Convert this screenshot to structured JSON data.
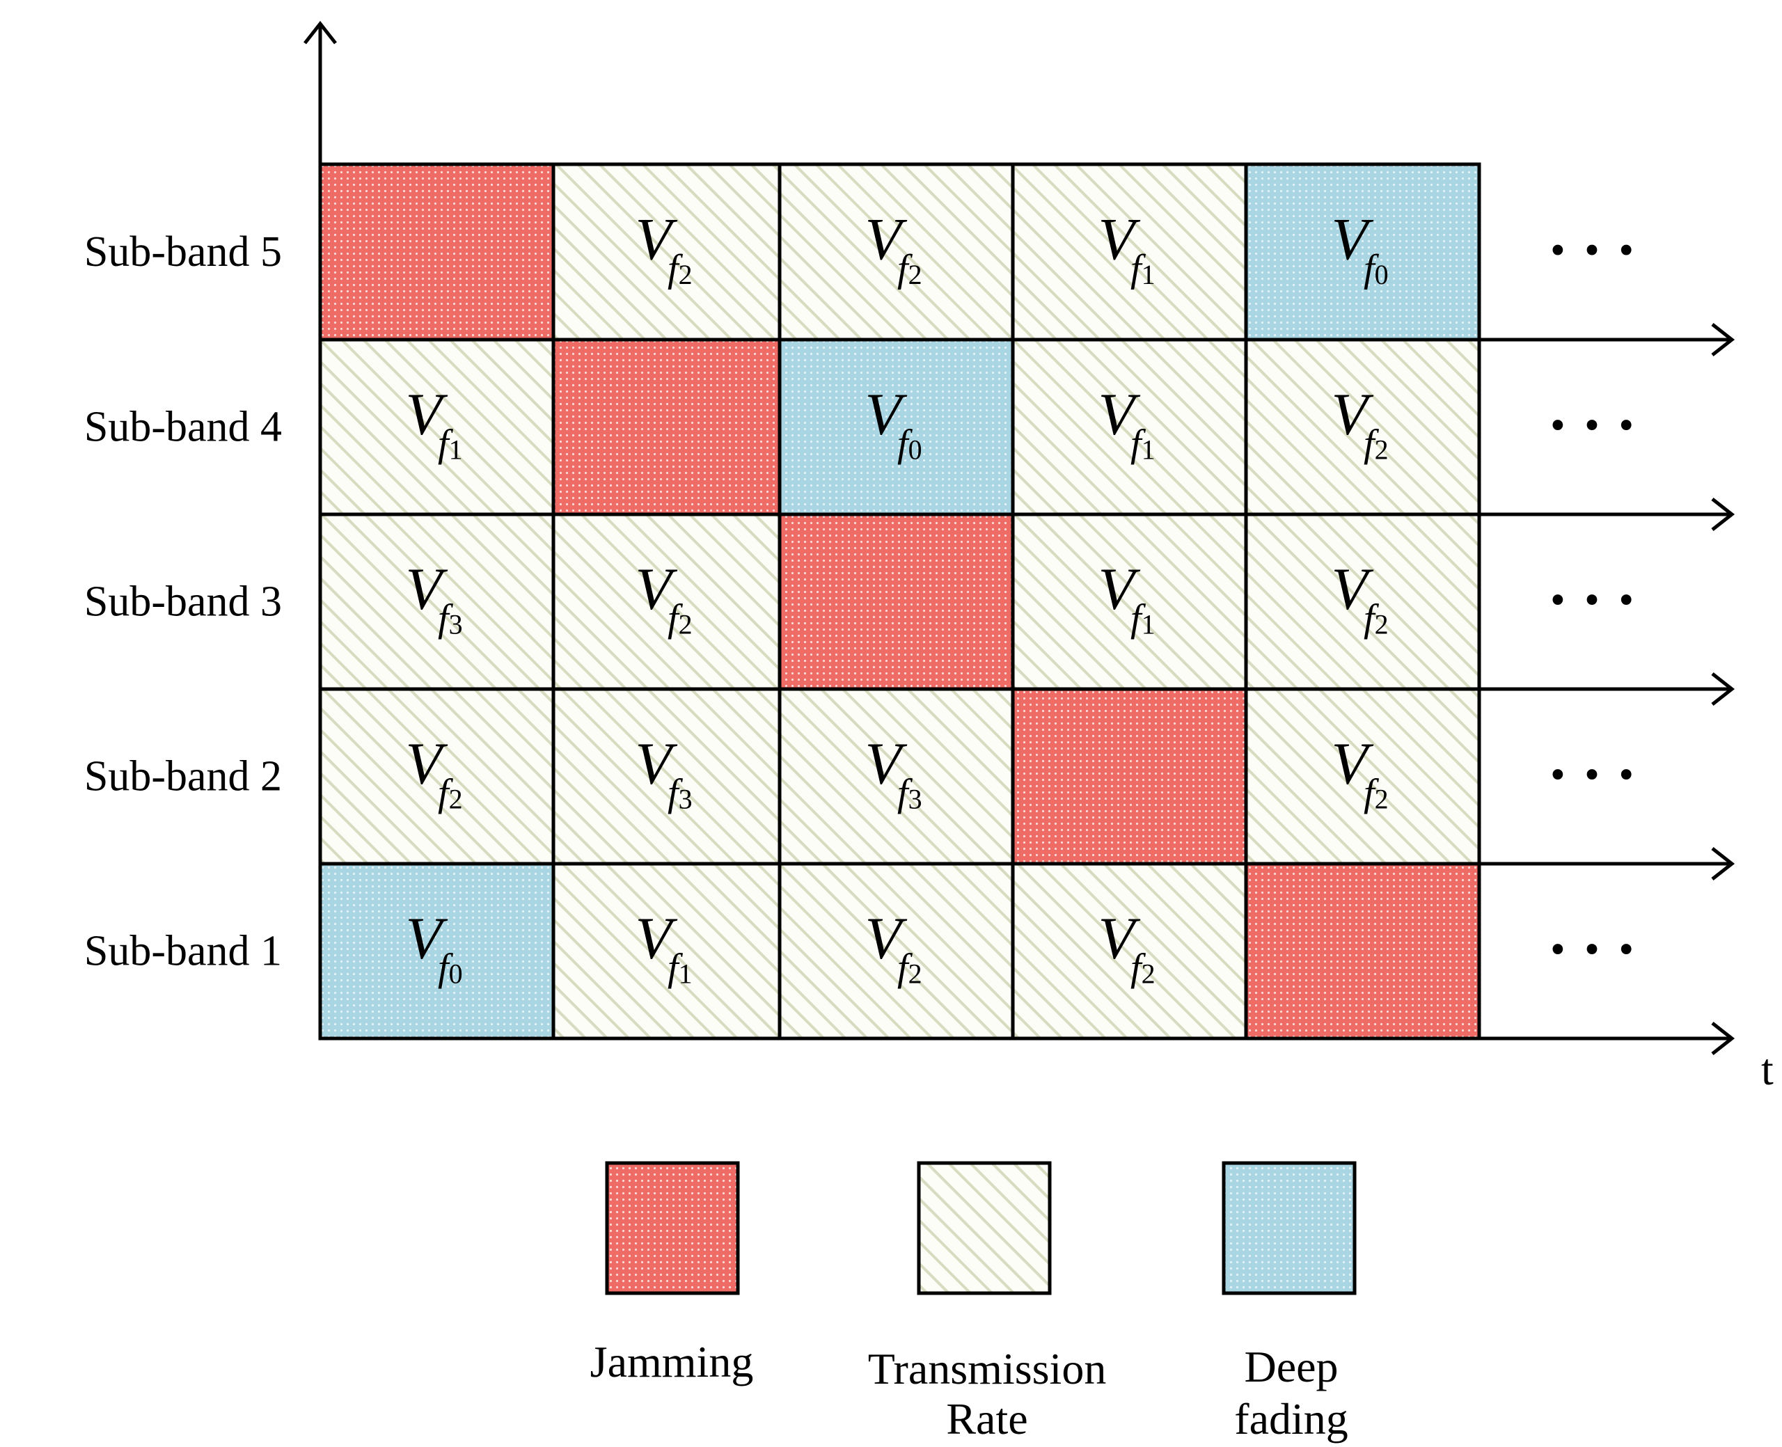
{
  "diagram": {
    "rows": [
      {
        "label": "Sub-band 5",
        "cells": [
          {
            "type": "jamming"
          },
          {
            "type": "rate",
            "v": "V",
            "f": "f",
            "sub": "2"
          },
          {
            "type": "rate",
            "v": "V",
            "f": "f",
            "sub": "2"
          },
          {
            "type": "rate",
            "v": "V",
            "f": "f",
            "sub": "1"
          },
          {
            "type": "fading",
            "v": "V",
            "f": "f",
            "sub": "0"
          }
        ]
      },
      {
        "label": "Sub-band 4",
        "cells": [
          {
            "type": "rate",
            "v": "V",
            "f": "f",
            "sub": "1"
          },
          {
            "type": "jamming"
          },
          {
            "type": "fading",
            "v": "V",
            "f": "f",
            "sub": "0"
          },
          {
            "type": "rate",
            "v": "V",
            "f": "f",
            "sub": "1"
          },
          {
            "type": "rate",
            "v": "V",
            "f": "f",
            "sub": "2"
          }
        ]
      },
      {
        "label": "Sub-band 3",
        "cells": [
          {
            "type": "rate",
            "v": "V",
            "f": "f",
            "sub": "3"
          },
          {
            "type": "rate",
            "v": "V",
            "f": "f",
            "sub": "2"
          },
          {
            "type": "jamming"
          },
          {
            "type": "rate",
            "v": "V",
            "f": "f",
            "sub": "1"
          },
          {
            "type": "rate",
            "v": "V",
            "f": "f",
            "sub": "2"
          }
        ]
      },
      {
        "label": "Sub-band 2",
        "cells": [
          {
            "type": "rate",
            "v": "V",
            "f": "f",
            "sub": "2"
          },
          {
            "type": "rate",
            "v": "V",
            "f": "f",
            "sub": "3"
          },
          {
            "type": "rate",
            "v": "V",
            "f": "f",
            "sub": "3"
          },
          {
            "type": "jamming"
          },
          {
            "type": "rate",
            "v": "V",
            "f": "f",
            "sub": "2"
          }
        ]
      },
      {
        "label": "Sub-band 1",
        "cells": [
          {
            "type": "fading",
            "v": "V",
            "f": "f",
            "sub": "0"
          },
          {
            "type": "rate",
            "v": "V",
            "f": "f",
            "sub": "1"
          },
          {
            "type": "rate",
            "v": "V",
            "f": "f",
            "sub": "2"
          },
          {
            "type": "rate",
            "v": "V",
            "f": "f",
            "sub": "2"
          },
          {
            "type": "jamming"
          }
        ]
      }
    ],
    "ellipsis": "• • •",
    "time_axis_label": "t"
  },
  "legend": {
    "jamming": {
      "lines": [
        "Jamming"
      ]
    },
    "rate": {
      "lines": [
        "Transmission",
        "Rate"
      ]
    },
    "fading": {
      "lines": [
        "Deep",
        "fading"
      ]
    }
  },
  "colors": {
    "jamming": "#ef6b66",
    "fading": "#a9d6e2",
    "rate_background": "#fdfdf8",
    "rate_hatch": "#d7dcc0"
  }
}
